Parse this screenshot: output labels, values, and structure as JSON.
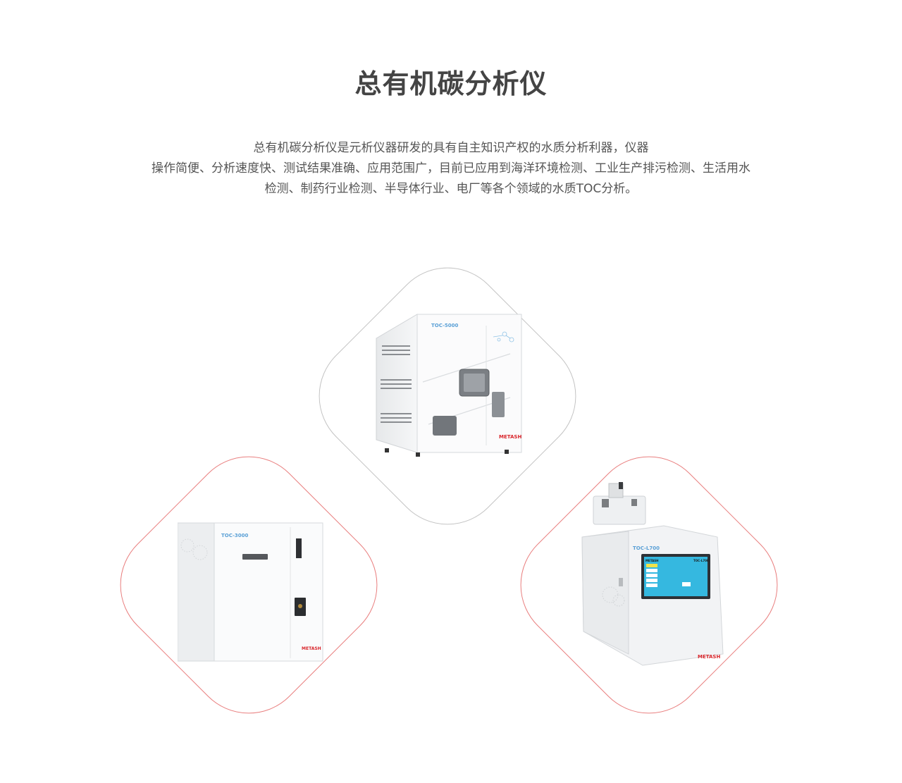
{
  "page": {
    "title": "总有机碳分析仪",
    "description_lines": [
      "总有机碳分析仪是元析仪器研发的具有自主知识产权的水质分析利器，仪器",
      "操作简便、分析速度快、测试结果准确、应用范围广，目前已应用到海洋环境检测、工业生产排污检测、生活用水",
      "检测、制药行业检测、半导体行业、电厂等各个领域的水质TOC分析。"
    ]
  },
  "products": [
    {
      "model": "TOC-5000",
      "brand": "METASH",
      "frame_color": "#c4c4c4"
    },
    {
      "model": "TOC-3000",
      "brand": "METASH",
      "frame_color": "#e97f7f"
    },
    {
      "model": "TOC-L700",
      "brand": "METASH",
      "frame_color": "#e97f7f"
    }
  ],
  "screen_labels": {
    "header_left": "METASH",
    "header_right": "TOC-L700"
  },
  "colors": {
    "brand_red": "#d9262c",
    "model_blue": "#5aa0d6",
    "screen_cyan": "#35b8e0"
  }
}
